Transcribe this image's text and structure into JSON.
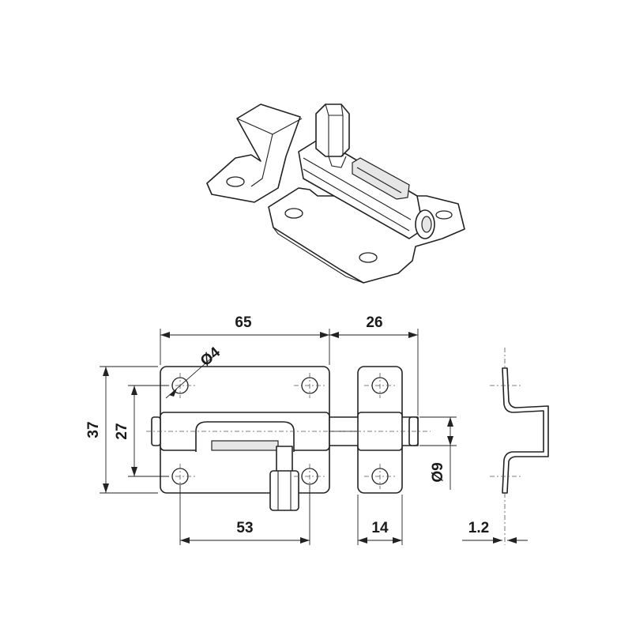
{
  "diagram": {
    "dimensions": {
      "overall_length": "65",
      "bolt_extension": "26",
      "overall_height": "37",
      "hole_spacing_vertical": "27",
      "hole_diameter": "Ø4",
      "bolt_diameter": "Ø9",
      "hole_spacing_horizontal": "53",
      "keeper_width": "14",
      "thickness": "1.2"
    },
    "colors": {
      "line": "#222222",
      "background": "#ffffff"
    }
  }
}
